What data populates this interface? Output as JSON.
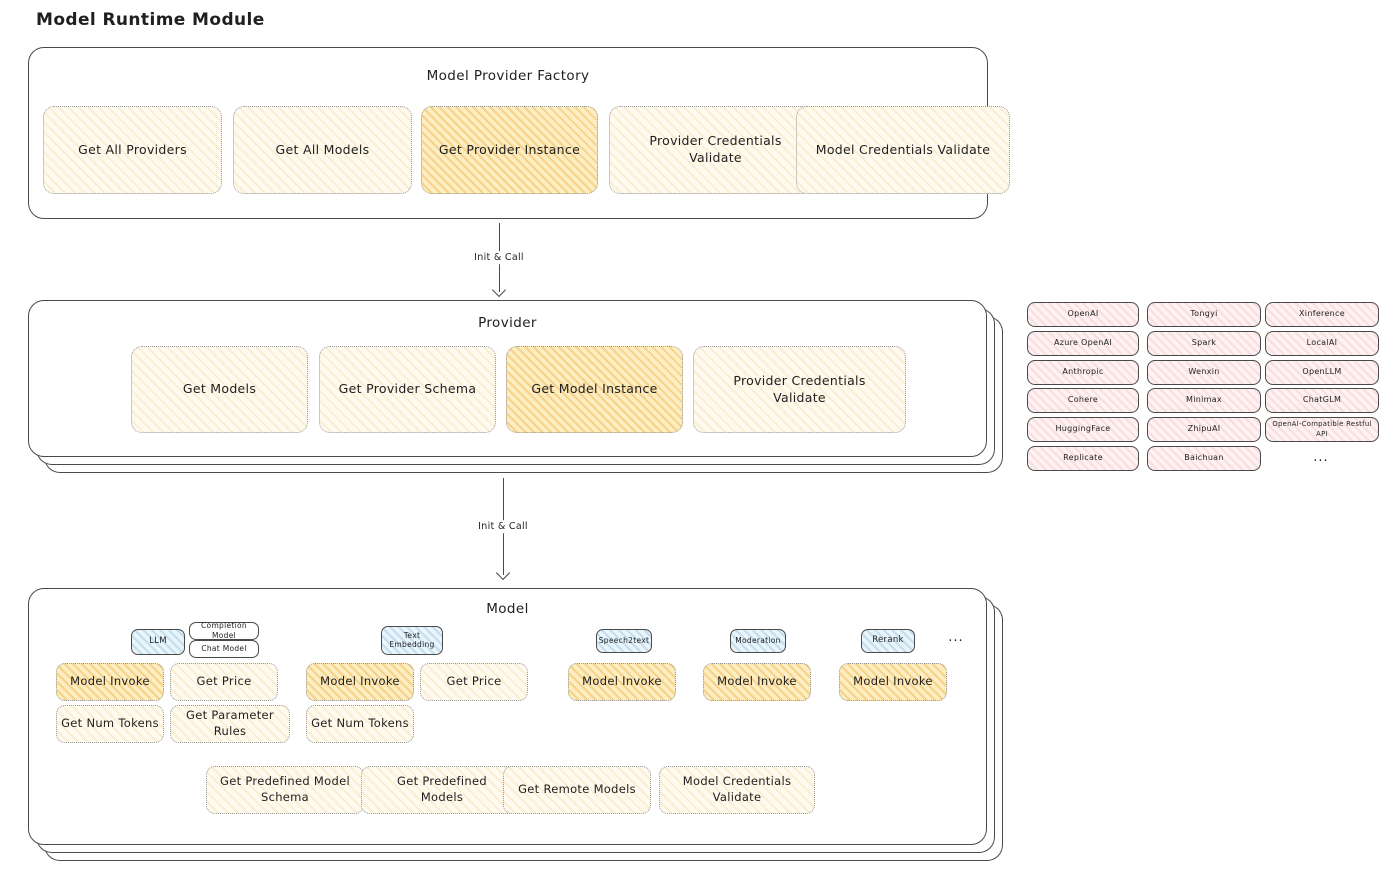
{
  "page": {
    "title": "Model Runtime Module"
  },
  "factory": {
    "title": "Model Provider Factory",
    "buttons": [
      {
        "label": "Get All Providers",
        "highlighted": false
      },
      {
        "label": "Get All Models",
        "highlighted": false
      },
      {
        "label": "Get Provider Instance",
        "highlighted": true
      },
      {
        "label": "Provider Credentials Validate",
        "highlighted": false
      },
      {
        "label": "Model Credentials Validate",
        "highlighted": false
      }
    ]
  },
  "arrow1": {
    "label": "Init & Call"
  },
  "arrow2": {
    "label": "Init & Call"
  },
  "provider": {
    "title": "Provider",
    "buttons": [
      {
        "label": "Get Models",
        "highlighted": false
      },
      {
        "label": "Get Provider Schema",
        "highlighted": false
      },
      {
        "label": "Get Model Instance",
        "highlighted": true
      },
      {
        "label": "Provider Credentials Validate",
        "highlighted": false
      }
    ]
  },
  "providers": {
    "items": [
      "OpenAI",
      "Tongyi",
      "Xinference",
      "Azure OpenAI",
      "Spark",
      "LocalAI",
      "Anthropic",
      "Wenxin",
      "OpenLLM",
      "Cohere",
      "Minimax",
      "ChatGLM",
      "HuggingFace",
      "ZhipuAI",
      "OpenAI-Compatible Restful API",
      "Replicate",
      "Baichuan"
    ],
    "more": "..."
  },
  "model": {
    "title": "Model",
    "types": [
      "LLM",
      "Completion Model",
      "Chat Model",
      "Text Embedding",
      "Speech2text",
      "Moderation",
      "Rerank"
    ],
    "more": "...",
    "actions_row1": [
      "Model Invoke",
      "Get Price",
      "Model Invoke",
      "Get Price",
      "Model Invoke",
      "Model Invoke",
      "Model Invoke"
    ],
    "actions_row2": [
      "Get Num Tokens",
      "Get Parameter Rules",
      "Get Num Tokens"
    ],
    "actions_bottom": [
      "Get Predefined Model Schema",
      "Get Predefined Models",
      "Get Remote Models",
      "Model Credentials Validate"
    ]
  },
  "colors": {
    "stroke": "#4a4a4a",
    "node_yellow": "#fefaef",
    "node_yellow_highlight": "#fcedc2",
    "node_pink": "#fdf1f1",
    "node_blue": "#e9f4fb"
  }
}
